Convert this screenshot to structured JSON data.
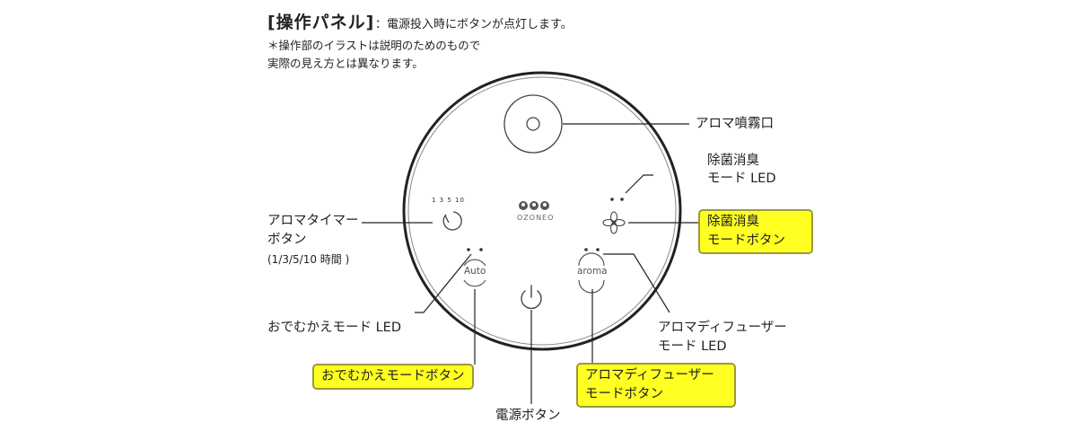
{
  "header": {
    "title": "[操作パネル]",
    "subtitle": "：電源投入時にボタンが点灯します。",
    "note_line1": "＊操作部のイラストは説明のためのもので",
    "note_line2": "実際の見え方とは異なります。"
  },
  "panel": {
    "timer_ticks": "1  3  5  10",
    "logo": "OZONEO",
    "auto_label": "Auto",
    "aroma_label": "aroma"
  },
  "callouts": {
    "aroma_mist": "アロマ噴霧口",
    "sterilize_led_1": "除菌消臭",
    "sterilize_led_2": "モード LED",
    "sterilize_btn_1": "除菌消臭",
    "sterilize_btn_2": "モードボタン",
    "timer_1": "アロマタイマー",
    "timer_2": "ボタン",
    "timer_3": "(1/3/5/10 時間 )",
    "welcome_led": "おでむかえモード LED",
    "welcome_btn": "おでむかえモードボタン",
    "diffuser_led_1": "アロマディフューザー",
    "diffuser_led_2": "モード LED",
    "diffuser_btn_1": "アロマディフューザー",
    "diffuser_btn_2": "モードボタン",
    "power_btn": "電源ボタン"
  },
  "colors": {
    "highlight": "#ffff22",
    "highlight_border": "#9a9a3a",
    "line": "#222222"
  }
}
